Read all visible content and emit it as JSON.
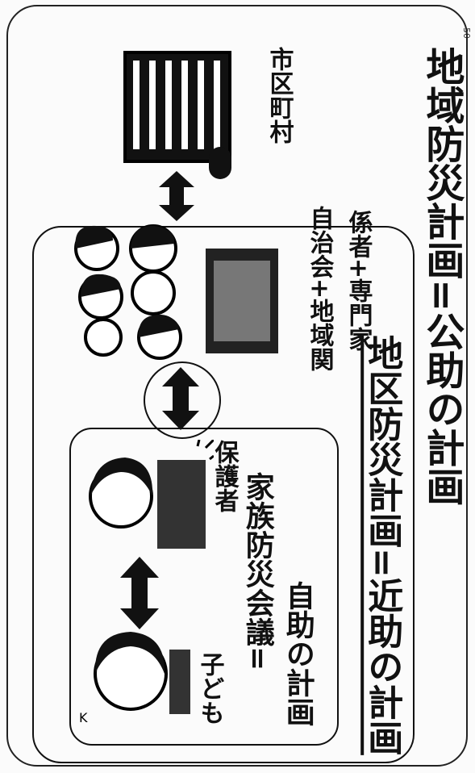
{
  "page_number": "50",
  "labels": {
    "municipality": "市区町村",
    "kids": "子ども",
    "guardian": "保護者",
    "family_meeting": "家族防災会議=",
    "self_help_plan": "自助の計画",
    "community_line1": "自治会+地域関",
    "community_line2": "係者+専門家",
    "district_plan": "地区防災計画=近助の計画",
    "regional_plan": "地域防災計画=公助の計画"
  },
  "icons": [
    "municipal-building-icon",
    "community-group-illustration",
    "child-illustration",
    "guardian-illustration",
    "double-arrow-icon"
  ]
}
